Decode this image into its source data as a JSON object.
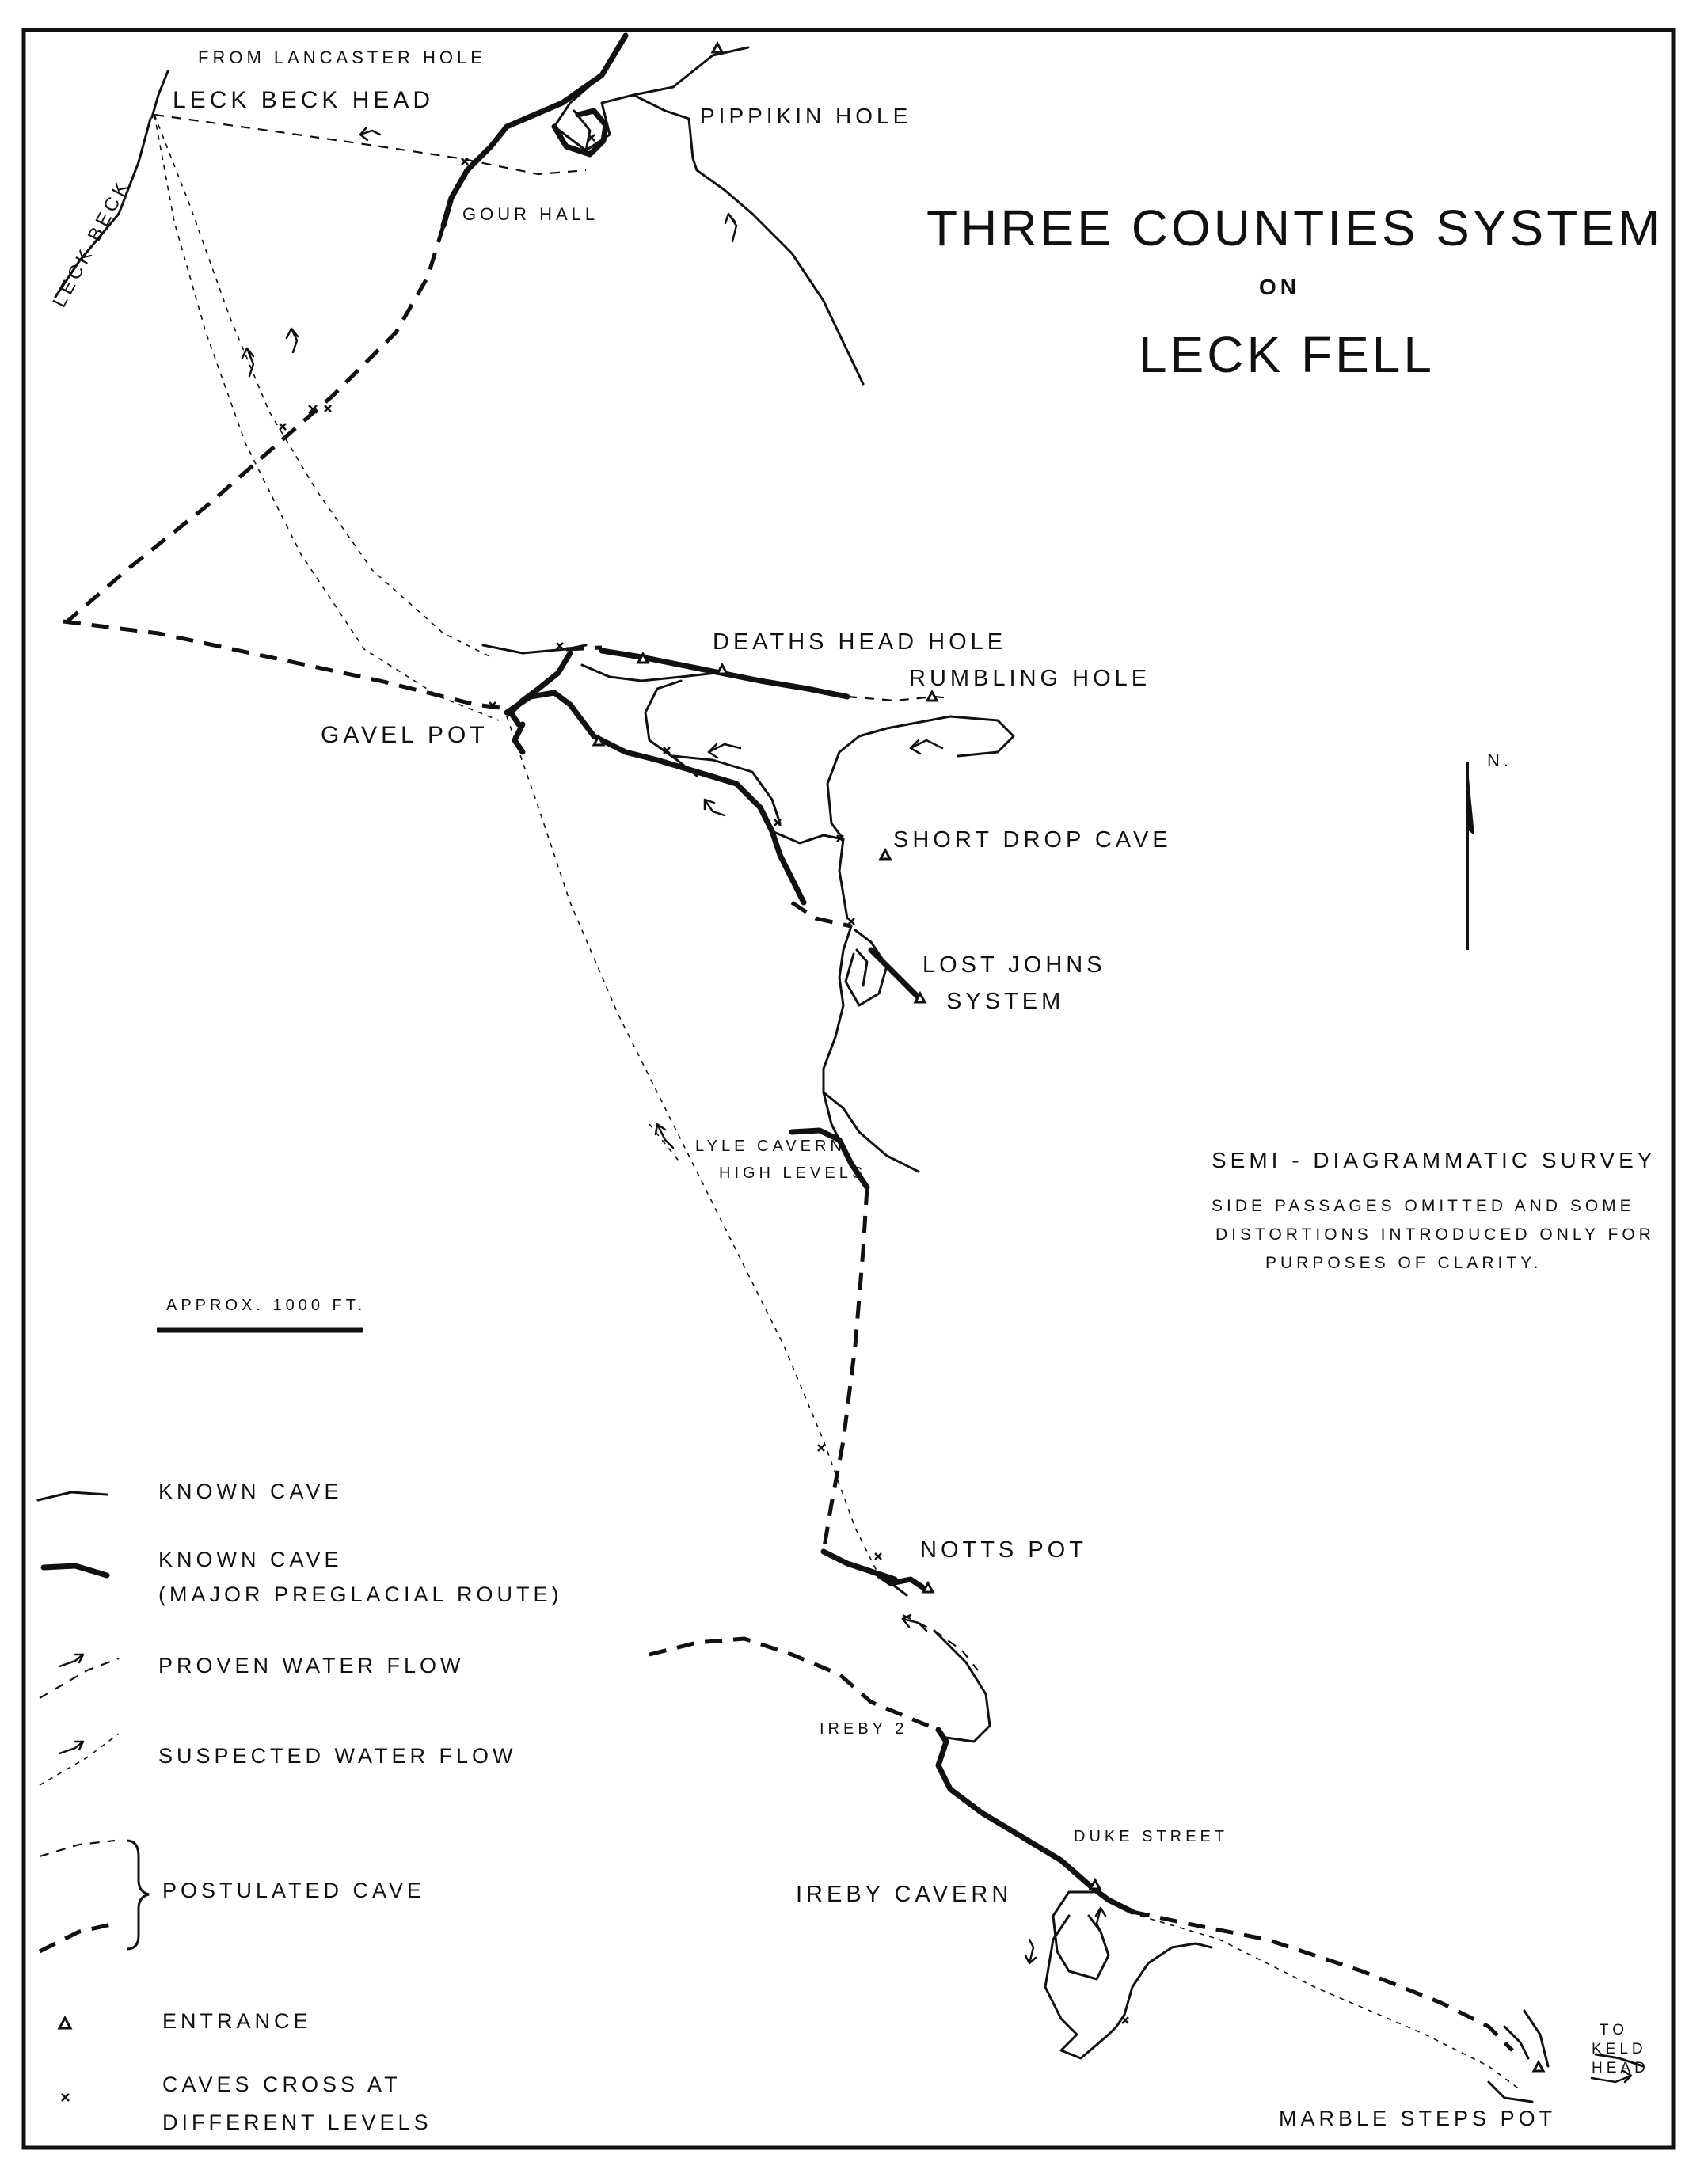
{
  "title": {
    "line1": "THREE COUNTIES SYSTEM",
    "line2": "ON",
    "line3": "LECK FELL"
  },
  "note": {
    "heading": "SEMI - DIAGRAMMATIC SURVEY",
    "line1": "SIDE PASSAGES OMITTED AND SOME",
    "line2": "DISTORTIONS INTRODUCED ONLY FOR",
    "line3": "PURPOSES OF CLARITY."
  },
  "north_label": "N.",
  "scale_label": "APPROX. 1000 FT.",
  "places": {
    "from_lancaster": "FROM LANCASTER HOLE",
    "leck_beck_head": "LECK BECK HEAD",
    "leck_beck": "LECK BECK",
    "gour_hall": "GOUR HALL",
    "pippikin_hole": "PIPPIKIN HOLE",
    "deaths_head_hole": "DEATHS HEAD HOLE",
    "rumbling_hole": "RUMBLING HOLE",
    "gavel_pot": "GAVEL POT",
    "short_drop_cave": "SHORT DROP CAVE",
    "lost_johns_1": "LOST JOHNS",
    "lost_johns_2": "SYSTEM",
    "lyle_cavern_1": "LYLE CAVERN",
    "lyle_cavern_2": "HIGH LEVELS",
    "notts_pot": "NOTTS POT",
    "ireby_2": "IREBY 2",
    "duke_street": "DUKE STREET",
    "ireby_cavern": "IREBY CAVERN",
    "marble_steps_pot": "MARBLE STEPS POT",
    "keld_head_1": "TO",
    "keld_head_2": "KELD",
    "keld_head_3": "HEAD"
  },
  "legend": {
    "known_cave": "KNOWN CAVE",
    "known_cave_major_1": "KNOWN CAVE",
    "known_cave_major_2": "(MAJOR PREGLACIAL ROUTE)",
    "proven_flow": "PROVEN WATER FLOW",
    "suspected_flow": "SUSPECTED WATER FLOW",
    "postulated_cave": "POSTULATED CAVE",
    "entrance": "ENTRANCE",
    "caves_cross_1": "CAVES CROSS AT",
    "caves_cross_2": "DIFFERENT LEVELS"
  }
}
